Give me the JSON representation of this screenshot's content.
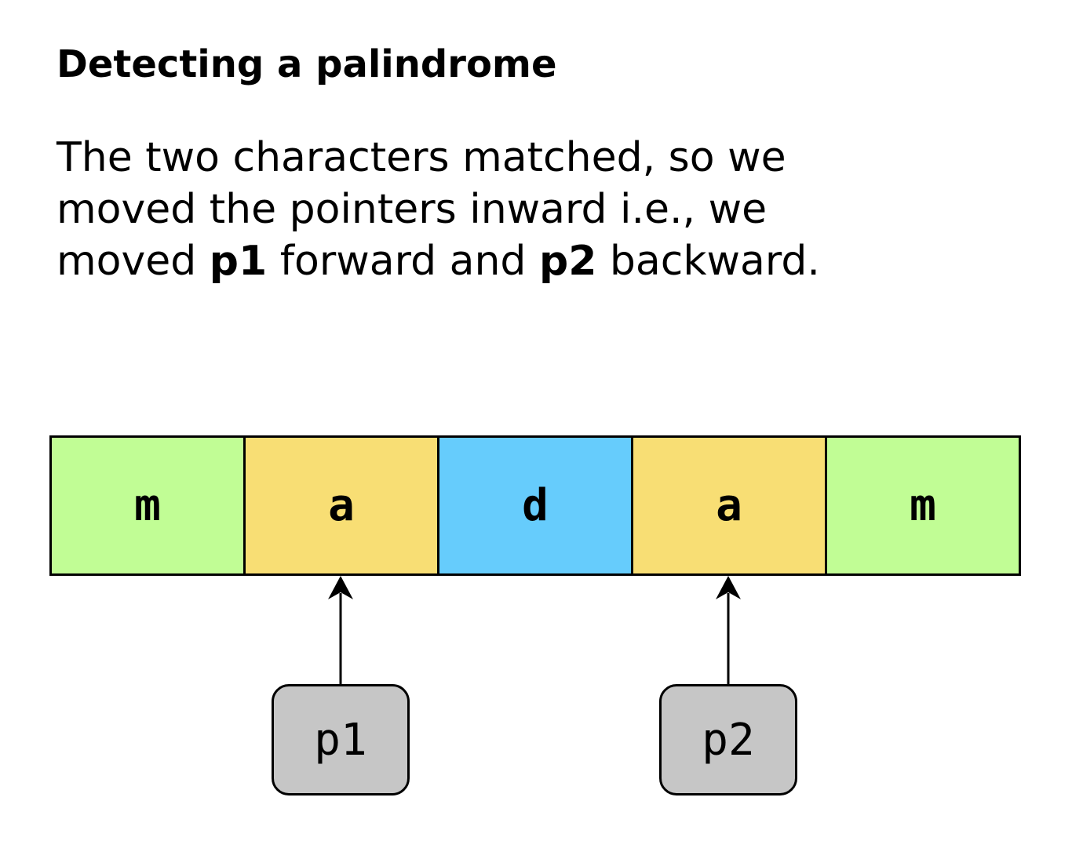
{
  "title": "Detecting a palindrome",
  "description": {
    "line1": "The two characters matched, so we",
    "line2": "moved the pointers inward i.e., we",
    "line3_prefix": "moved ",
    "line3_p1": "p1",
    "line3_middle": " forward and ",
    "line3_p2": "p2",
    "line3_suffix": " backward."
  },
  "array": {
    "cells": [
      {
        "char": "m",
        "color": "#c1fd95"
      },
      {
        "char": "a",
        "color": "#f8de74"
      },
      {
        "char": "d",
        "color": "#66ccfc"
      },
      {
        "char": "a",
        "color": "#f8de74"
      },
      {
        "char": "m",
        "color": "#c1fd95"
      }
    ]
  },
  "pointers": [
    {
      "label": "p1",
      "target_index": 1,
      "color": "#c6c6c6"
    },
    {
      "label": "p2",
      "target_index": 3,
      "color": "#c6c6c6"
    }
  ]
}
